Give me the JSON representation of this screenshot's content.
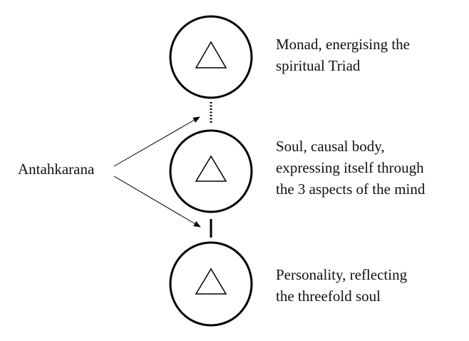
{
  "left_label": "Antahkarana",
  "levels": [
    {
      "name": "monad",
      "lines": [
        "Monad, energising the",
        "spiritual Triad"
      ]
    },
    {
      "name": "soul",
      "lines": [
        "Soul, causal body,",
        "expressing itself through",
        "the 3 aspects of the mind"
      ]
    },
    {
      "name": "personality",
      "lines": [
        "Personality, reflecting",
        "the threefold soul"
      ]
    }
  ],
  "colors": {
    "stroke": "#000000",
    "background": "#ffffff"
  }
}
